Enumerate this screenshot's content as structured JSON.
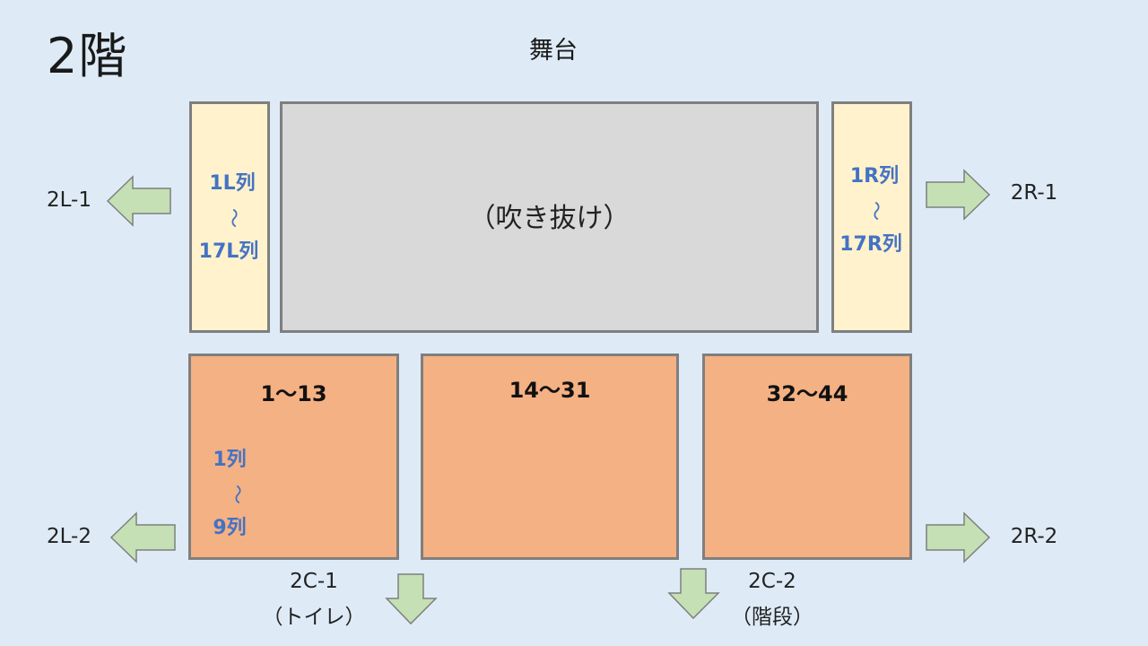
{
  "title": "2階",
  "stage": "舞台",
  "void_area": "（吹き抜け）",
  "left_block": {
    "from": "1L列",
    "tilde": "～",
    "to": "17L列"
  },
  "right_block": {
    "from": "1R列",
    "tilde": "～",
    "to": "17R列"
  },
  "sections": [
    {
      "label": "1～13",
      "rows": {
        "from": "1列",
        "tilde": "～",
        "to": "9列"
      }
    },
    {
      "label": "14～31"
    },
    {
      "label": "32～44"
    }
  ],
  "exits": {
    "l1": "2L-1",
    "l2": "2L-2",
    "r1": "2R-1",
    "r2": "2R-2",
    "c1": {
      "name": "2C-1",
      "note": "（トイレ）"
    },
    "c2": {
      "name": "2C-2",
      "note": "（階段）"
    }
  },
  "colors": {
    "background": "#deebf7",
    "void": "#d9d9d9",
    "side_blocks": "#fff2cc",
    "seat_sections": "#f4b183",
    "arrows": "#c5e0b4",
    "row_labels": "#4472c4"
  }
}
